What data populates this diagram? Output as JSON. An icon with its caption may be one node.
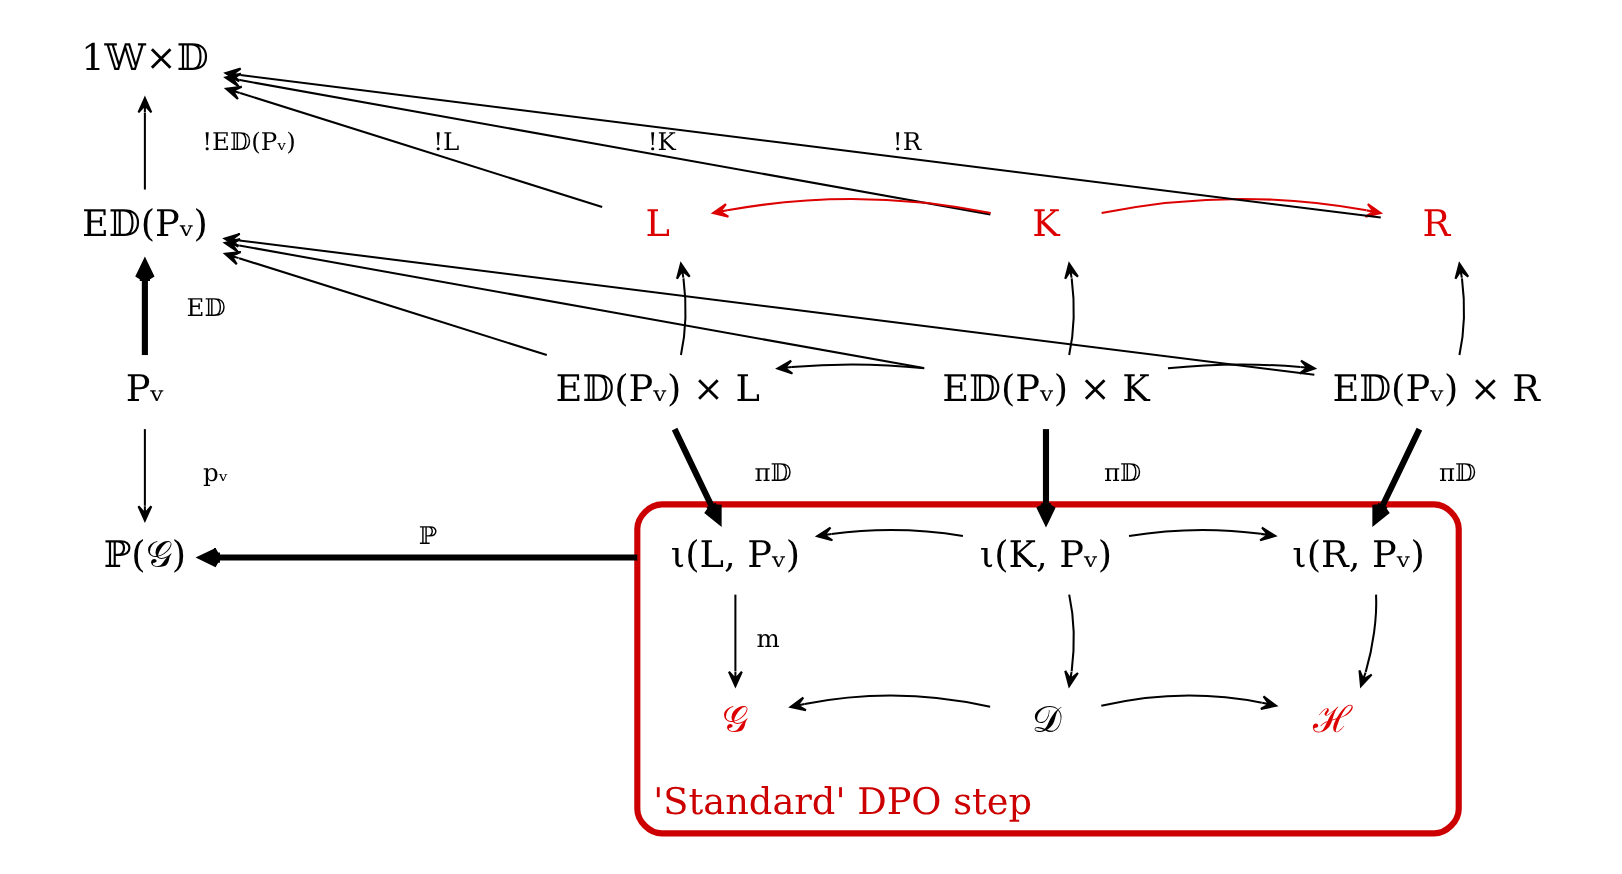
{
  "diagram": {
    "nodes": [
      {
        "text": [
          "1𝕎×𝔻"
        ]
      },
      {
        "text": [
          "E𝔻(Pᵥ)"
        ]
      },
      {
        "text": [
          "Pᵥ"
        ]
      },
      {
        "text": [
          "ℙ(𝒢)"
        ]
      },
      {
        "text": [
          "L"
        ]
      },
      {
        "text": [
          "K"
        ]
      },
      {
        "text": [
          "R"
        ]
      },
      {
        "text": [
          "E𝔻(Pᵥ) × L"
        ]
      },
      {
        "text": [
          "E𝔻(Pᵥ) × K"
        ]
      },
      {
        "text": [
          "E𝔻(Pᵥ) × R"
        ]
      },
      {
        "text": [
          "'Standard' DPO step"
        ]
      },
      {
        "text": [
          "ι(L, Pᵥ)"
        ],
        "in": 10
      },
      {
        "text": [
          "ι(K, Pᵥ)"
        ],
        "in": 10
      },
      {
        "text": [
          "ι(R, Pᵥ)"
        ],
        "in": 10
      },
      {
        "text": [
          "𝒢"
        ],
        "in": 10
      },
      {
        "text": [
          "𝒟"
        ],
        "in": 10
      },
      {
        "text": [
          "ℋ"
        ],
        "in": 10
      }
    ],
    "edges": [
      {
        "from": 1,
        "to": 0,
        "arrow": "to",
        "label": "!E𝔻(Pᵥ)"
      },
      {
        "from": 4,
        "to": 0,
        "arrow": "to",
        "label": "!L"
      },
      {
        "from": 5,
        "to": 0,
        "arrow": "to",
        "label": "!K"
      },
      {
        "from": 6,
        "to": 0,
        "arrow": "to",
        "label": "!R"
      },
      {
        "from": 5,
        "to": 4,
        "arrow": "to",
        "color": "#dd0000"
      },
      {
        "from": 5,
        "to": 6,
        "arrow": "to",
        "color": "#dd0000"
      },
      {
        "from": 2,
        "to": 1,
        "arrow": "to",
        "label": "E𝔻",
        "style": "thick"
      },
      {
        "from": 7,
        "to": 1,
        "arrow": "to"
      },
      {
        "from": 8,
        "to": 1,
        "arrow": "to"
      },
      {
        "from": 9,
        "to": 1,
        "arrow": "to"
      },
      {
        "from": 7,
        "to": 4,
        "arrow": "to"
      },
      {
        "from": 8,
        "to": 5,
        "arrow": "to"
      },
      {
        "from": 9,
        "to": 6,
        "arrow": "to"
      },
      {
        "from": 8,
        "to": 7,
        "arrow": "to"
      },
      {
        "from": 8,
        "to": 9,
        "arrow": "to"
      },
      {
        "from": 2,
        "to": 3,
        "arrow": "to",
        "label": "pᵥ"
      },
      {
        "from": 7,
        "to": 11,
        "arrow": "to",
        "label": "π𝔻",
        "style": "thick"
      },
      {
        "from": 8,
        "to": 12,
        "arrow": "to",
        "label": "π𝔻",
        "style": "thick"
      },
      {
        "from": 9,
        "to": 13,
        "arrow": "to",
        "label": "π𝔻",
        "style": "thick"
      },
      {
        "from": 12,
        "to": 11,
        "arrow": "to"
      },
      {
        "from": 12,
        "to": 13,
        "arrow": "to"
      },
      {
        "from": 11,
        "to": 14,
        "arrow": "to",
        "label": "m"
      },
      {
        "from": 12,
        "to": 15,
        "arrow": "to"
      },
      {
        "from": 13,
        "to": 16,
        "arrow": "to"
      },
      {
        "from": 15,
        "to": 14,
        "arrow": "to"
      },
      {
        "from": 15,
        "to": 16,
        "arrow": "to"
      },
      {
        "from": 10,
        "to": 3,
        "arrow": "to",
        "label": "ℙ",
        "style": "thick"
      }
    ]
  }
}
